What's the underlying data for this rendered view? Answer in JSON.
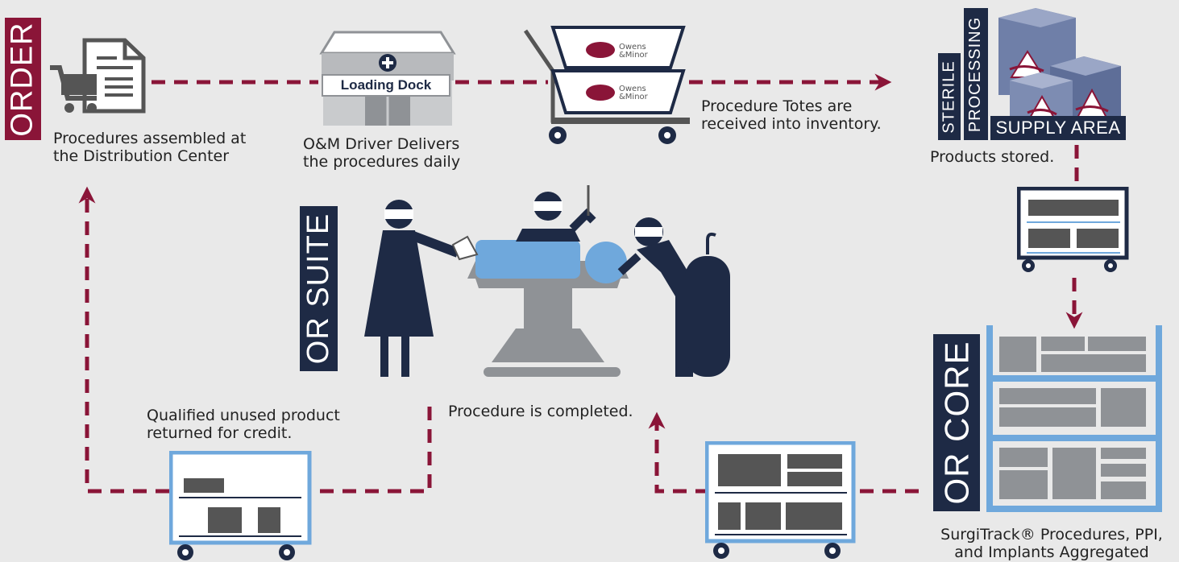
{
  "labels": {
    "order": "ORDER",
    "or_suite": "OR SUITE",
    "or_core": "OR CORE",
    "sterile": "STERILE",
    "processing": "PROCESSING",
    "supply_area": "SUPPLY AREA",
    "loading_dock": "Loading Dock",
    "brand_owens": "Owens",
    "brand_minor": "&Minor"
  },
  "captions": {
    "assembled_1": "Procedures assembled at",
    "assembled_2": "the Distribution Center",
    "driver_1": "O&M Driver Delivers",
    "driver_2": "the procedures daily",
    "totes_1": "Procedure Totes are",
    "totes_2": "received into inventory.",
    "stored": "Products stored.",
    "returned_1": "Qualified unused product",
    "returned_2": "returned for credit.",
    "completed": "Procedure is completed.",
    "surgitrack_1": "SurgiTrack® Procedures, PPI,",
    "surgitrack_2": "and Implants Aggregated"
  },
  "colors": {
    "maroon": "#8a1538",
    "navy": "#1e2a45",
    "blue": "#6fa8dc",
    "gray": "#8f9296",
    "dark_gray": "#555555"
  }
}
